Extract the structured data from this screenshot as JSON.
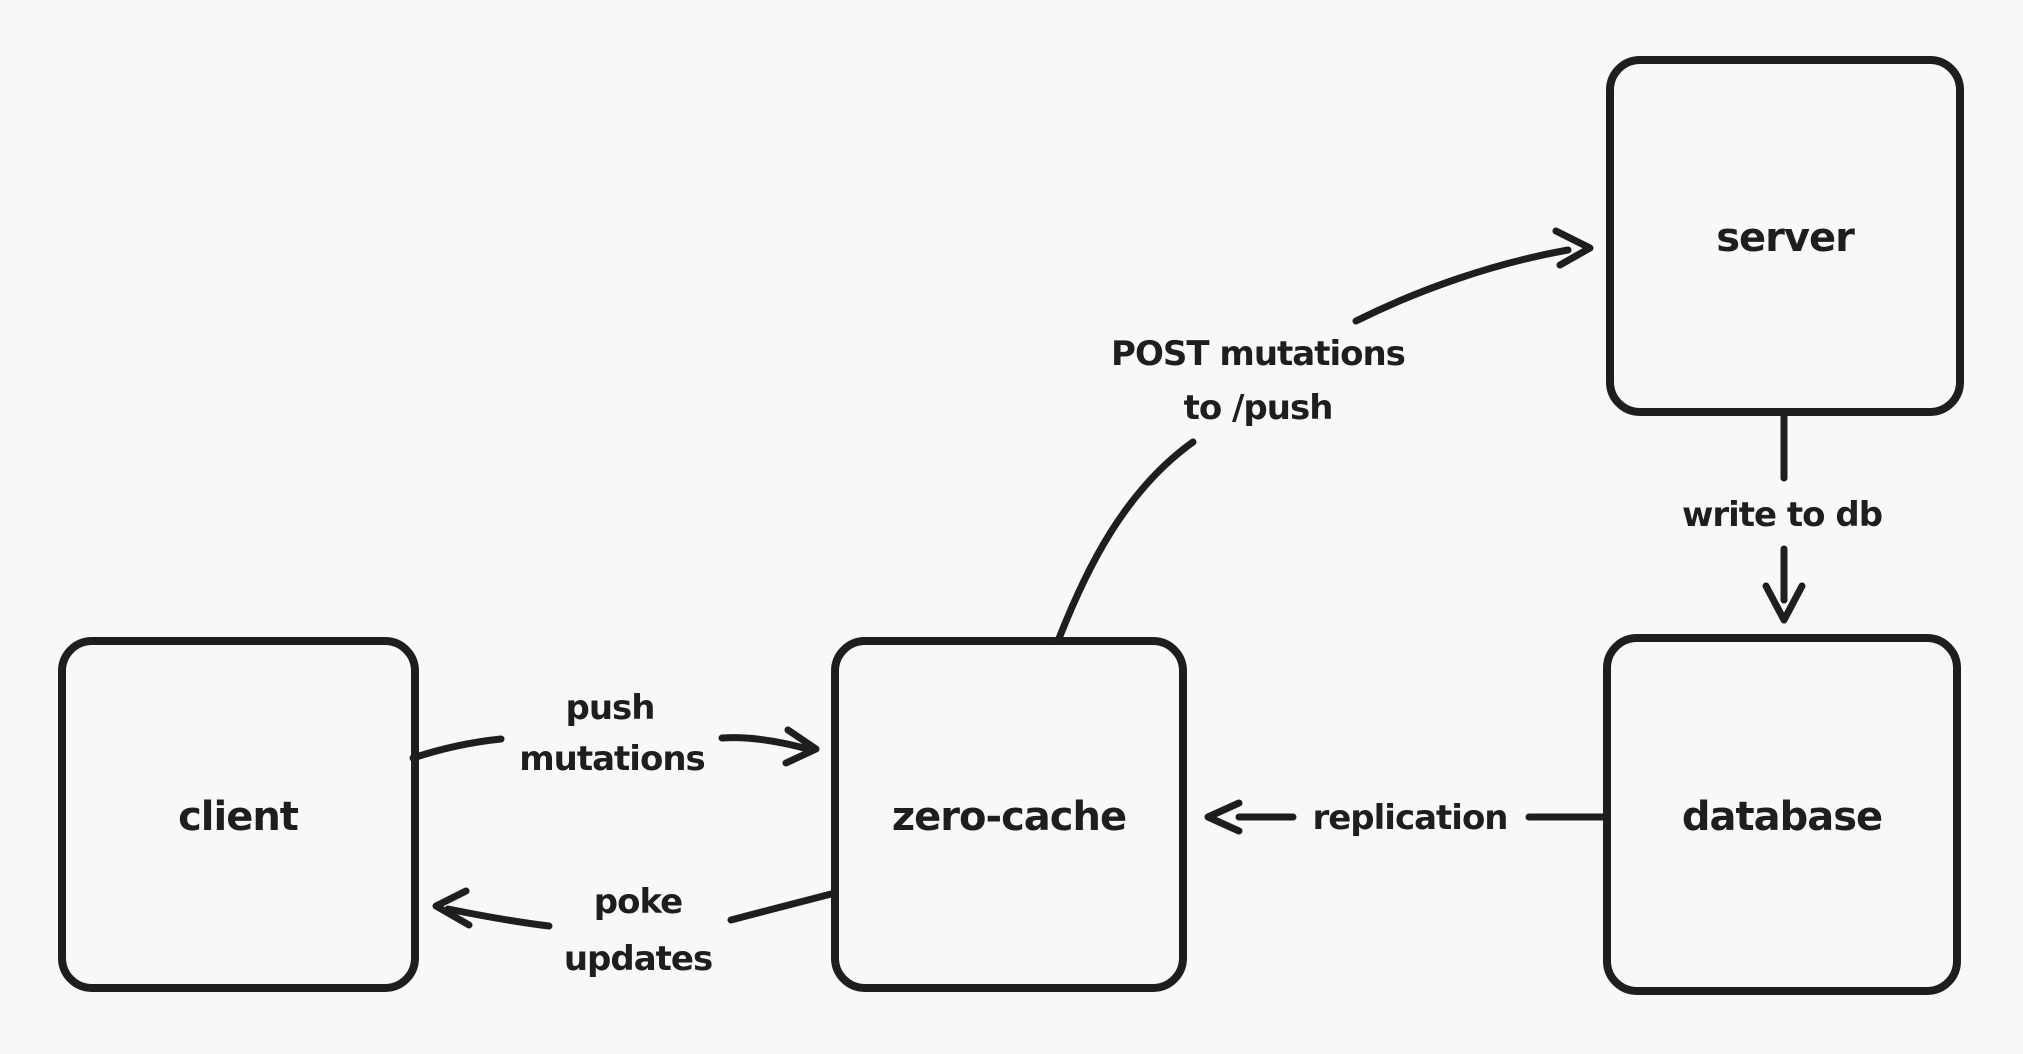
{
  "canvas": {
    "background": "#f7f8fa",
    "stroke_color": "#1e1e1e",
    "width": "2023",
    "height": "1054"
  },
  "nodes": [
    {
      "id": "client",
      "label": "client"
    },
    {
      "id": "zero-cache",
      "label": "zero-cache"
    },
    {
      "id": "server",
      "label": "server"
    },
    {
      "id": "database",
      "label": "database"
    }
  ],
  "edges": [
    {
      "id": "push-mutations",
      "from": "client",
      "to": "zero-cache",
      "label_lines": [
        "push",
        "mutations"
      ]
    },
    {
      "id": "poke-updates",
      "from": "zero-cache",
      "to": "client",
      "label_lines": [
        "poke",
        "updates"
      ]
    },
    {
      "id": "post-mutations",
      "from": "zero-cache",
      "to": "server",
      "label_lines": [
        "POST mutations",
        "to /push"
      ]
    },
    {
      "id": "write-to-db",
      "from": "server",
      "to": "database",
      "label_lines": [
        "write to db"
      ]
    },
    {
      "id": "replication",
      "from": "database",
      "to": "zero-cache",
      "label_lines": [
        "replication"
      ]
    }
  ]
}
